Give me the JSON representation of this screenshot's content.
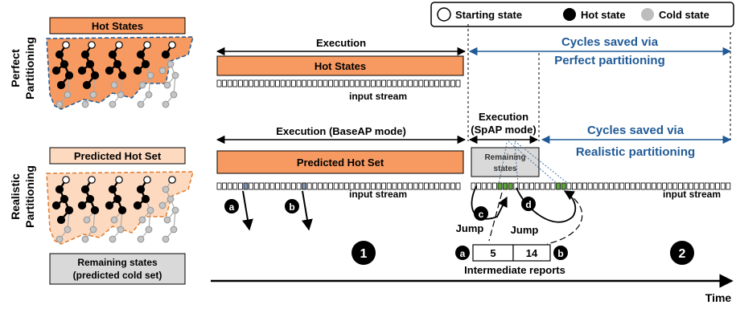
{
  "legend": {
    "starting": "Starting state",
    "hot": "Hot state",
    "cold": "Cold state"
  },
  "perfect": {
    "row_label": [
      "Perfect",
      "Partitioning"
    ],
    "hot_states_box": "Hot States",
    "execution_label": "Execution",
    "exec_box": "Hot States",
    "input_stream": "input stream",
    "cycles_saved": [
      "Cycles saved via",
      "Perfect partitioning"
    ]
  },
  "realistic": {
    "row_label": [
      "Realistic",
      "Partitioning"
    ],
    "predicted_box": "Predicted Hot Set",
    "exec_baseap": "Execution (BaseAP mode)",
    "exec_box": "Predicted Hot Set",
    "input_stream_1": "input stream",
    "exec_spap": [
      "Execution",
      "(SpAP mode)"
    ],
    "remaining_small": [
      "Remaining",
      "states"
    ],
    "input_stream_2": "input stream",
    "cycles_saved": [
      "Cycles saved via",
      "Realistic partitioning"
    ],
    "remaining_box": [
      "Remaining states",
      "(predicted cold set)"
    ],
    "markers": {
      "a": "a",
      "b": "b",
      "c": "c",
      "d": "d"
    },
    "jump1": "Jump",
    "jump2": "Jump",
    "report_values": [
      "5",
      "14"
    ],
    "intermediate_reports": "Intermediate reports",
    "phase1": "1",
    "phase2": "2"
  },
  "time_label": "Time",
  "colors": {
    "orange": "#f79a61",
    "light_orange": "#fdd9bf",
    "blue": "#1f5a96",
    "grey_box": "#d9d9d9",
    "green": "#5ea83a"
  }
}
